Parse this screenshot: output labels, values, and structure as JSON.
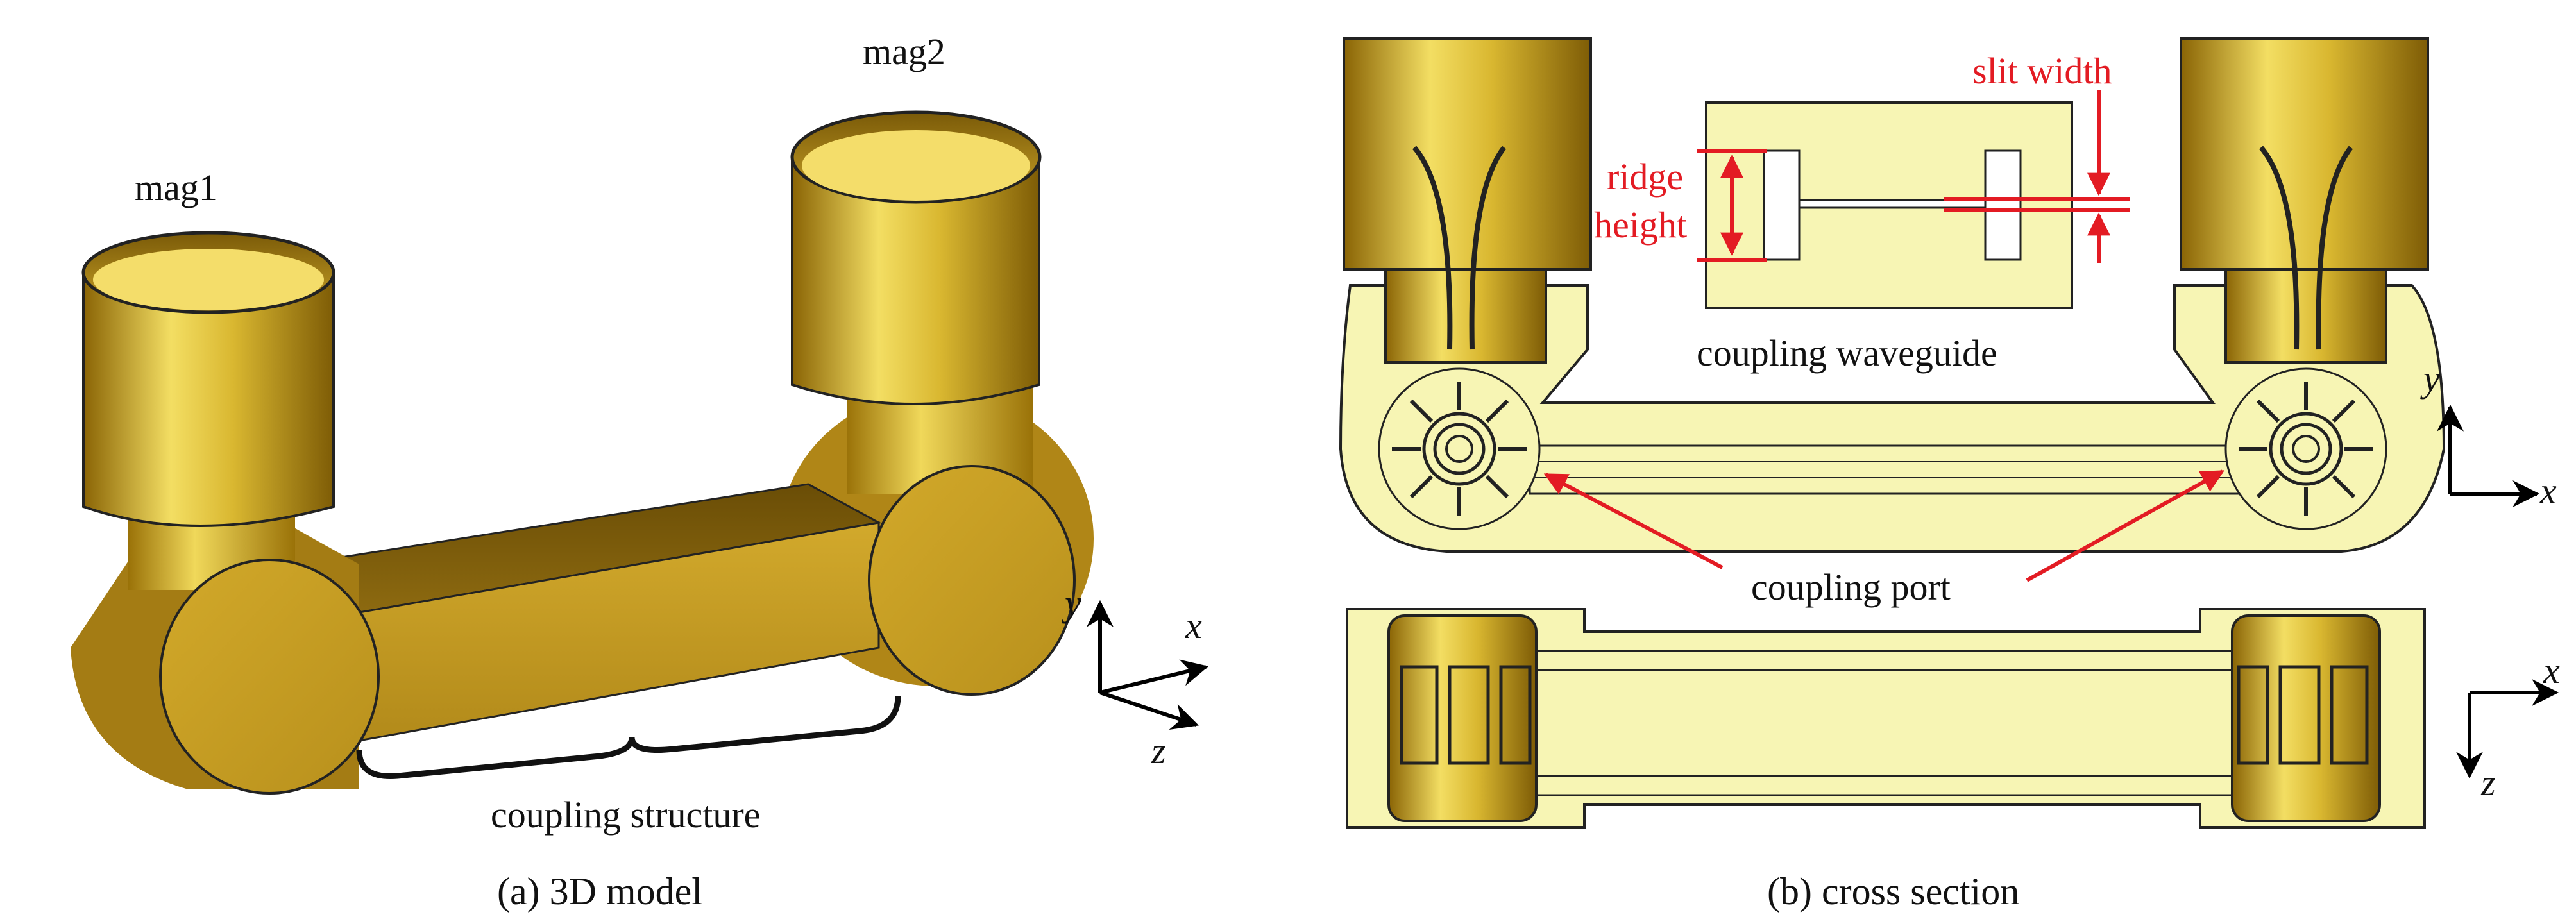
{
  "panel_a": {
    "caption": "(a) 3D model",
    "labels": {
      "mag1": "mag1",
      "mag2": "mag2",
      "coupling_structure": "coupling structure"
    },
    "axes": {
      "y": "y",
      "x": "x",
      "z": "z"
    }
  },
  "panel_b": {
    "caption": "(b) cross section",
    "labels": {
      "slit_width": "slit width",
      "ridge_line1": "ridge",
      "ridge_line2": "height",
      "coupling_waveguide": "coupling waveguide",
      "coupling_port": "coupling port"
    },
    "axes_top": {
      "y": "y",
      "x": "x"
    },
    "axes_bottom": {
      "x": "x",
      "z": "z"
    }
  },
  "colors": {
    "gold": "#c9a227",
    "gold_light": "#f2d95c",
    "gold_dark": "#7a5a08",
    "pale_yellow": "#f7f5b4",
    "annotation_red": "#e31b23"
  }
}
